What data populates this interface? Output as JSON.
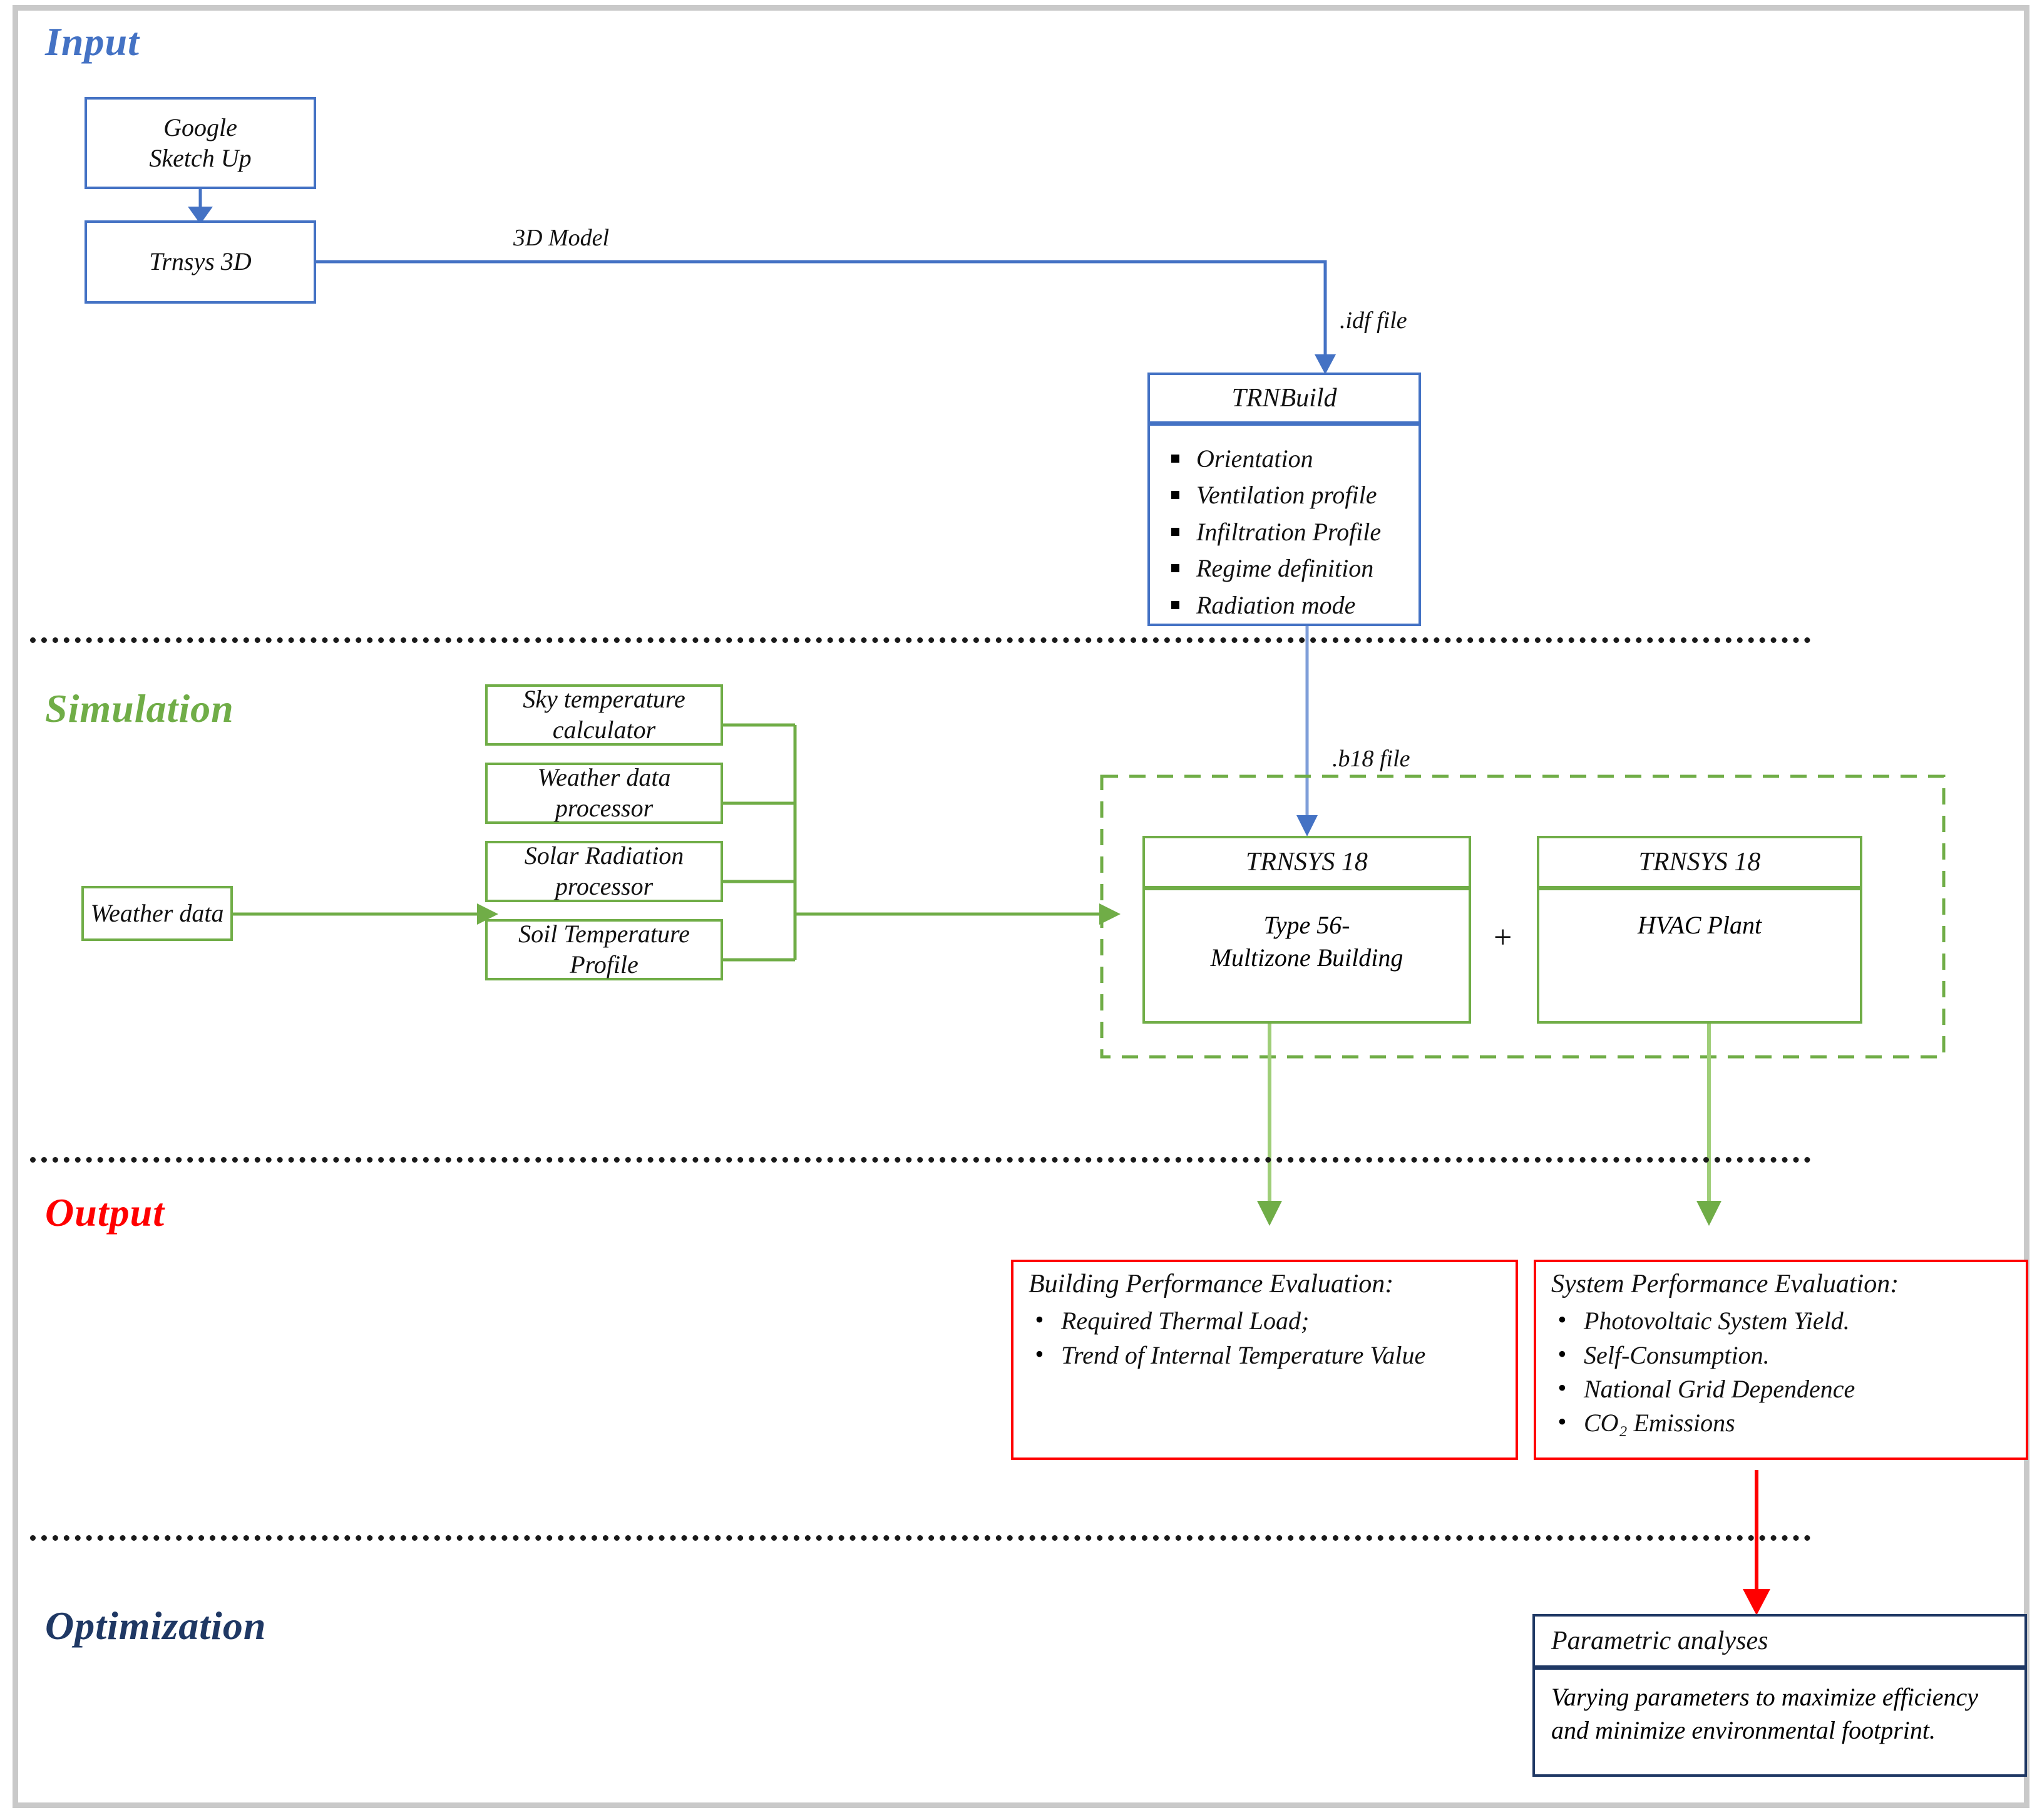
{
  "sections": {
    "input": {
      "label": "Input",
      "color": "#4472c4"
    },
    "simulation": {
      "label": "Simulation",
      "color": "#70ad47"
    },
    "output": {
      "label": "Output",
      "color": "#ff0000"
    },
    "optimization": {
      "label": "Optimization",
      "color": "#1f3864"
    }
  },
  "input": {
    "sketchup": {
      "line1": "Google",
      "line2": "Sketch Up"
    },
    "trnsys3d": {
      "label": "Trnsys 3D"
    },
    "trnbuild": {
      "title": "TRNBuild",
      "items": [
        "Orientation",
        "Ventilation profile",
        "Infiltration Profile",
        "Regime definition",
        "Radiation mode"
      ]
    },
    "edges": {
      "model": "3D Model",
      "idf": ".idf file"
    }
  },
  "simulation": {
    "weather_data": {
      "label": "Weather data"
    },
    "processors": [
      {
        "line1": "Sky temperature",
        "line2": "calculator"
      },
      {
        "line1": "Weather data",
        "line2": "processor"
      },
      {
        "line1": "Solar Radiation",
        "line2": "processor"
      },
      {
        "line1": "Soil Temperature",
        "line2": "Profile"
      }
    ],
    "engine_building": {
      "title": "TRNSYS 18",
      "line1": "Type 56-",
      "line2": "Multizone Building"
    },
    "engine_plant": {
      "title": "TRNSYS 18",
      "line1": "HVAC Plant"
    },
    "plus": "+",
    "edges": {
      "b18": ".b18 file"
    }
  },
  "output": {
    "building": {
      "title": "Building Performance Evaluation:",
      "items": [
        "Required Thermal Load;",
        "Trend of Internal Temperature Value"
      ]
    },
    "system": {
      "title": "System Performance Evaluation:",
      "items": [
        "Photovoltaic System Yield.",
        "Self-Consumption.",
        "National Grid Dependence",
        "CO₂ Emissions"
      ]
    }
  },
  "optimization": {
    "parametric": {
      "title": "Parametric analyses",
      "body": "Varying parameters to maximize efficiency and minimize environmental footprint."
    }
  },
  "colors": {
    "blue": "#4472c4",
    "green": "#70ad47",
    "red": "#ff0000",
    "navy": "#1f3864",
    "frame": "#c9c9c9",
    "divider": "#1a1a1a"
  }
}
